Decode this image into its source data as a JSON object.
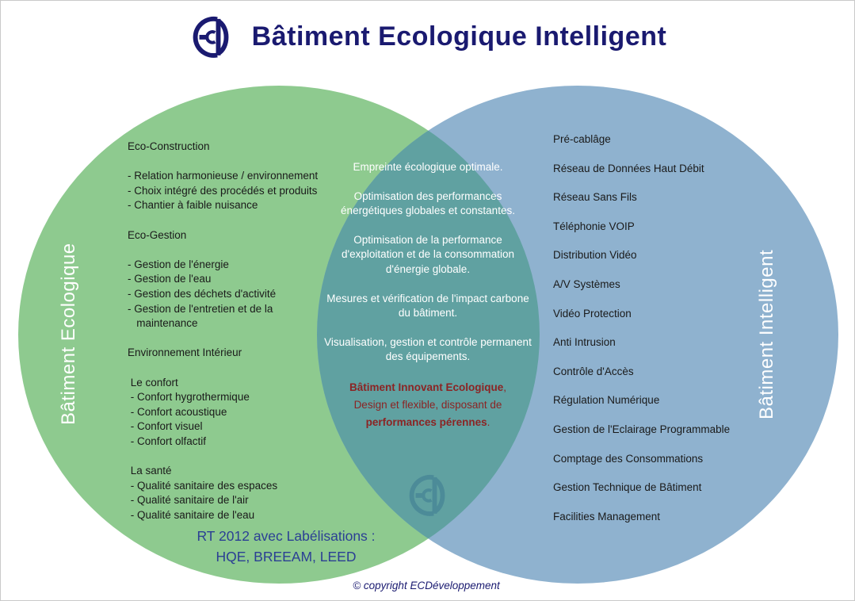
{
  "header": {
    "title": "Bâtiment Ecologique Intelligent",
    "logo_name": "ECD logo"
  },
  "colors": {
    "green": "#8eca8f",
    "blue": "#8fb2cf",
    "overlap_teal": "#60a1a1",
    "navy": "#1a1a70",
    "label_blue": "#2b3f94",
    "accent_red": "#8b2424",
    "watermark_teal": "#3c7a91",
    "body_text": "#1a1a1a",
    "white_text": "#ffffff"
  },
  "left_circle": {
    "side_label": "Bâtiment Ecologique",
    "lines": [
      "Eco-Construction",
      "",
      "- Relation harmonieuse / environnement",
      "- Choix intégré des procédés et produits",
      "- Chantier à faible nuisance",
      "",
      "Eco-Gestion",
      "",
      "- Gestion de l'énergie",
      "- Gestion de l'eau",
      "- Gestion des déchets d'activité",
      "- Gestion de l'entretien et de la",
      "   maintenance",
      "",
      "Environnement Intérieur",
      "",
      " Le confort",
      " - Confort hygrothermique",
      " - Confort acoustique",
      " - Confort visuel",
      " - Confort olfactif",
      "",
      " La santé",
      " - Qualité sanitaire des espaces",
      " - Qualité sanitaire de l'air",
      " - Qualité sanitaire de l'eau"
    ],
    "certification": "RT 2012 avec Labélisations :\nHQE, BREEAM, LEED"
  },
  "right_circle": {
    "side_label": "Bâtiment Intelligent",
    "items": [
      "Pré-cablâge",
      "Réseau de Données Haut Débit",
      "Réseau Sans Fils",
      "Téléphonie VOIP",
      "Distribution Vidéo",
      "A/V Systèmes",
      "Vidéo Protection",
      "Anti Intrusion",
      "Contrôle d'Accès",
      "Régulation Numérique",
      "Gestion de l'Eclairage Programmable",
      "Comptage des Consommations",
      "Gestion Technique de Bâtiment",
      "Facilities Management"
    ]
  },
  "overlap": {
    "paragraphs": [
      "Empreinte écologique optimale.",
      "Optimisation des performances énergétiques globales et constantes.",
      "Optimisation de la performance d'exploitation et de la consommation d'énergie globale.",
      "Mesures et vérification de l'impact carbone du bâtiment.",
      "Visualisation, gestion et contrôle permanent des équipements."
    ],
    "highlight": {
      "bold_intro": "Bâtiment Innovant Ecologique",
      "after_intro": ",",
      "middle": "Design et flexible, disposant de",
      "bold_end": "performances pérennes",
      "after_end": "."
    }
  },
  "footer": {
    "copyright": "© copyright ECDéveloppement"
  }
}
